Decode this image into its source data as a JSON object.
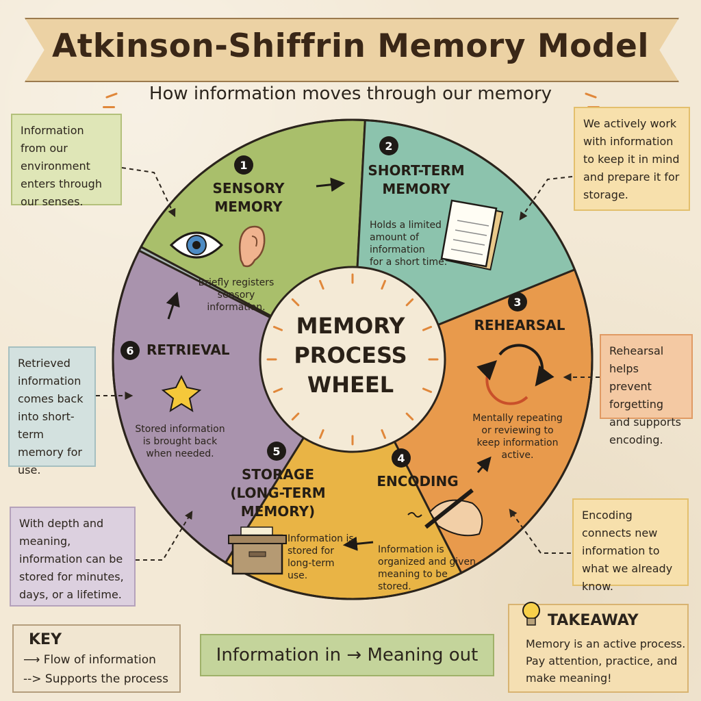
{
  "header": {
    "title": "Atkinson-Shiffrin Memory Model",
    "subtitle": "How information moves through our memory"
  },
  "wheel": {
    "center": [
      "MEMORY",
      "PROCESS",
      "WHEEL"
    ],
    "segments": [
      {
        "number": "1",
        "title": [
          "SENSORY",
          "MEMORY"
        ],
        "description": [
          "Briefly registers",
          "sensory",
          "information."
        ],
        "color": "#a9bf6b",
        "icons": [
          "eye-icon",
          "ear-icon"
        ]
      },
      {
        "number": "2",
        "title": [
          "SHORT-TERM",
          "MEMORY"
        ],
        "description": [
          "Holds a limited",
          "amount of",
          "information",
          "for a short time."
        ],
        "color": "#8cc3ad",
        "icons": [
          "notepad-icon"
        ]
      },
      {
        "number": "3",
        "title": [
          "REHEARSAL"
        ],
        "description": [
          "Mentally repeating",
          "or reviewing to",
          "keep information",
          "active."
        ],
        "color": "#e89a4c",
        "icons": [
          "cycle-icon"
        ]
      },
      {
        "number": "4",
        "title": [
          "ENCODING"
        ],
        "description": [
          "Information is",
          "organized and given",
          "meaning to be",
          "stored."
        ],
        "color": "#e9b445",
        "icons": [
          "writing-hand-icon"
        ]
      },
      {
        "number": "5",
        "title": [
          "STORAGE",
          "(LONG-TERM",
          "MEMORY)"
        ],
        "description": [
          "Information is",
          "stored for",
          "long-term",
          "use."
        ],
        "color": "#a993ad",
        "icons": [
          "file-box-icon"
        ]
      },
      {
        "number": "6",
        "title": [
          "RETRIEVAL"
        ],
        "description": [
          "Stored information",
          "is brought back",
          "when needed."
        ],
        "color": "#a9b7b4",
        "icons": [
          "star-burst-icon"
        ]
      }
    ]
  },
  "notes": {
    "sensory": "Information from our environment enters through our senses.",
    "short_term": "We actively work with information to keep it in mind and prepare it for storage.",
    "rehearsal": "Rehearsal helps prevent forgetting and supports encoding.",
    "encoding": "Encoding connects new information to what we already know.",
    "storage": "With depth and meaning, information can be stored for minutes, days, or a lifetime.",
    "retrieval": "Retrieved information comes back into short-term memory for use."
  },
  "key": {
    "title": "KEY",
    "solid_label": "Flow of information",
    "dashed_label": "Supports the process"
  },
  "motto": "Information in → Meaning out",
  "takeaway": {
    "title": "TAKEAWAY",
    "text": "Memory is an active process. Pay attention, practice, and make meaning!"
  }
}
